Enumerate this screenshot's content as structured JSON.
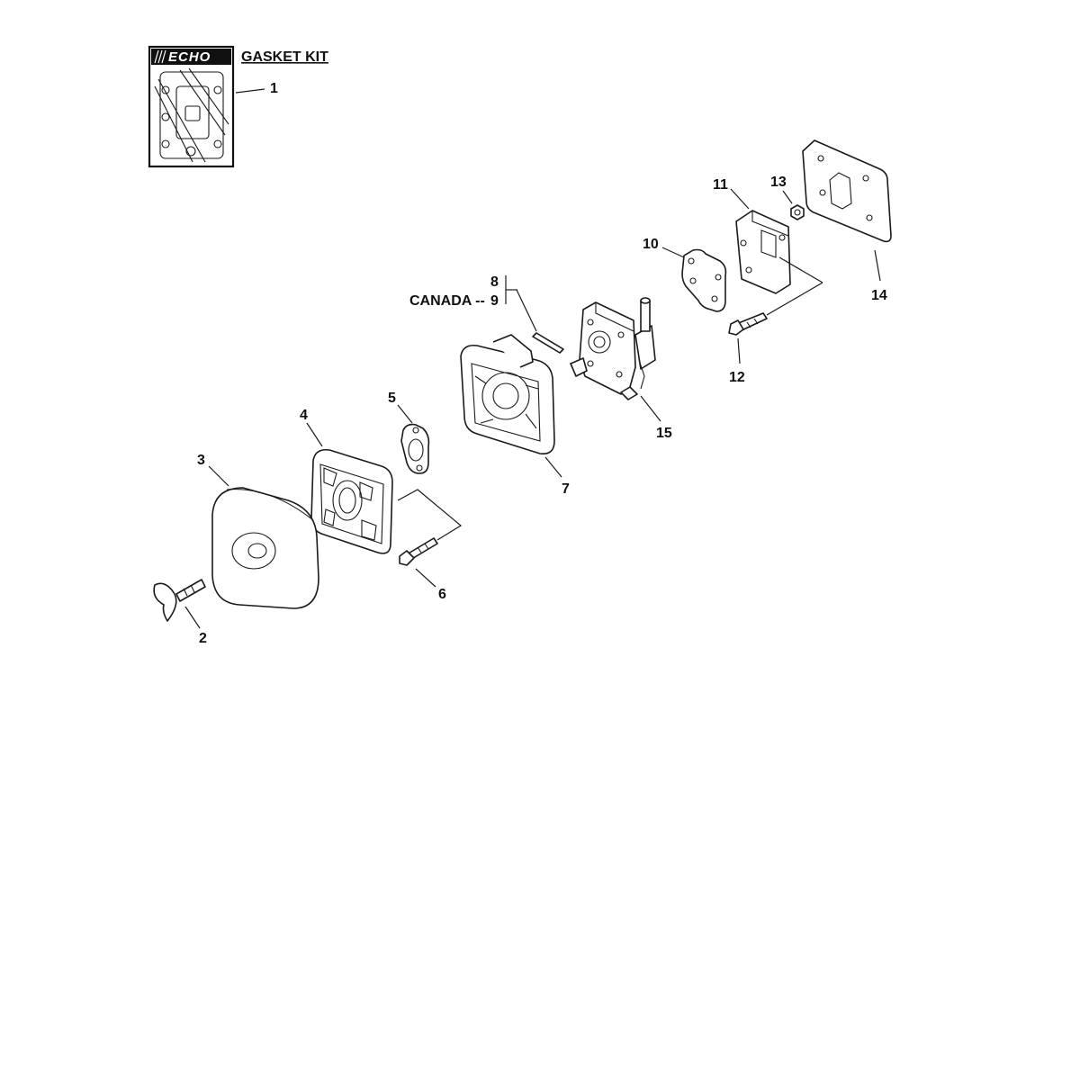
{
  "kit": {
    "brand": "ECHO",
    "title": "GASKET KIT",
    "label": "1"
  },
  "labels": {
    "p2": "2",
    "p3": "3",
    "p4": "4",
    "p5": "5",
    "p6": "6",
    "p7": "7",
    "p8": "8",
    "p9_prefix": "CANADA --",
    "p9": "9",
    "p10": "10",
    "p11": "11",
    "p12": "12",
    "p13": "13",
    "p14": "14",
    "p15": "15"
  }
}
